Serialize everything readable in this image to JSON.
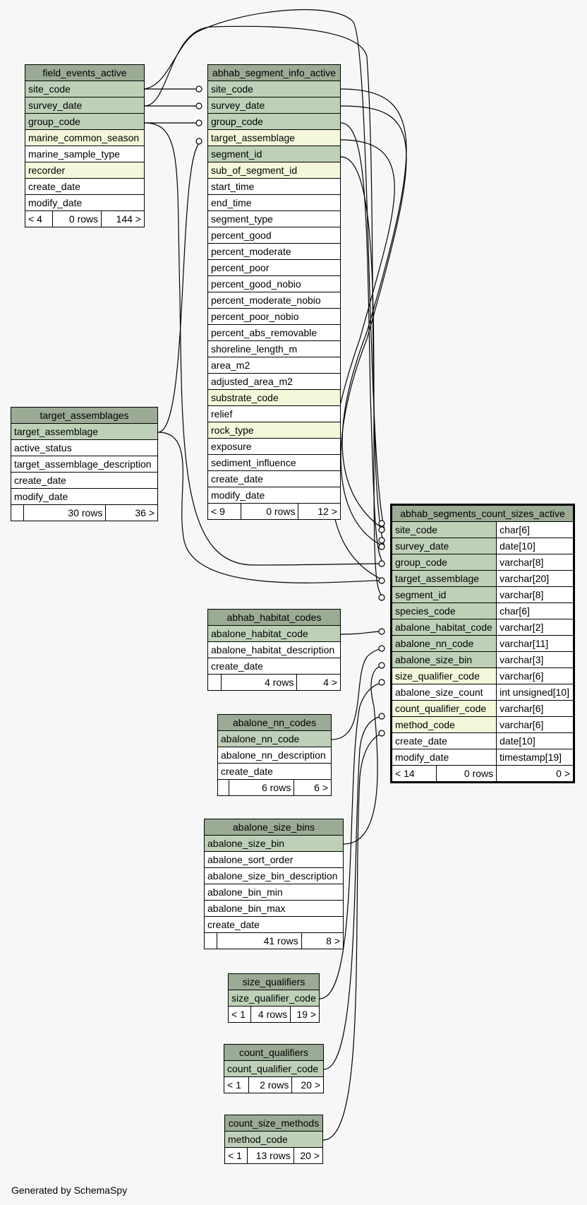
{
  "footer": "Generated by SchemaSpy",
  "colors": {
    "header": "#9bab96",
    "key": "#bed1b8",
    "indexed": "#f4f7da",
    "plain": "#ffffff",
    "background": "#f7f7f7"
  },
  "tables": {
    "field_events_active": {
      "title": "field_events_active",
      "columns": [
        {
          "name": "site_code",
          "kind": "pk"
        },
        {
          "name": "survey_date",
          "kind": "pk"
        },
        {
          "name": "group_code",
          "kind": "pk"
        },
        {
          "name": "marine_common_season",
          "kind": "idx"
        },
        {
          "name": "marine_sample_type",
          "kind": "plain"
        },
        {
          "name": "recorder",
          "kind": "idx"
        },
        {
          "name": "create_date",
          "kind": "plain"
        },
        {
          "name": "modify_date",
          "kind": "plain"
        }
      ],
      "footer": [
        "< 4",
        "0 rows",
        "144 >"
      ]
    },
    "abhab_segment_info_active": {
      "title": "abhab_segment_info_active",
      "columns": [
        {
          "name": "site_code",
          "kind": "pk"
        },
        {
          "name": "survey_date",
          "kind": "pk"
        },
        {
          "name": "group_code",
          "kind": "pk"
        },
        {
          "name": "target_assemblage",
          "kind": "idx"
        },
        {
          "name": "segment_id",
          "kind": "pk"
        },
        {
          "name": "sub_of_segment_id",
          "kind": "idx"
        },
        {
          "name": "start_time",
          "kind": "plain"
        },
        {
          "name": "end_time",
          "kind": "plain"
        },
        {
          "name": "segment_type",
          "kind": "plain"
        },
        {
          "name": "percent_good",
          "kind": "plain"
        },
        {
          "name": "percent_moderate",
          "kind": "plain"
        },
        {
          "name": "percent_poor",
          "kind": "plain"
        },
        {
          "name": "percent_good_nobio",
          "kind": "plain"
        },
        {
          "name": "percent_moderate_nobio",
          "kind": "plain"
        },
        {
          "name": "percent_poor_nobio",
          "kind": "plain"
        },
        {
          "name": "percent_abs_removable",
          "kind": "plain"
        },
        {
          "name": "shoreline_length_m",
          "kind": "plain"
        },
        {
          "name": "area_m2",
          "kind": "plain"
        },
        {
          "name": "adjusted_area_m2",
          "kind": "plain"
        },
        {
          "name": "substrate_code",
          "kind": "idx"
        },
        {
          "name": "relief",
          "kind": "plain"
        },
        {
          "name": "rock_type",
          "kind": "idx"
        },
        {
          "name": "exposure",
          "kind": "plain"
        },
        {
          "name": "sediment_influence",
          "kind": "plain"
        },
        {
          "name": "create_date",
          "kind": "plain"
        },
        {
          "name": "modify_date",
          "kind": "plain"
        }
      ],
      "footer": [
        "< 9",
        "0 rows",
        "12 >"
      ]
    },
    "target_assemblages": {
      "title": "target_assemblages",
      "columns": [
        {
          "name": "target_assemblage",
          "kind": "pk"
        },
        {
          "name": "active_status",
          "kind": "plain"
        },
        {
          "name": "target_assemblage_description",
          "kind": "plain"
        },
        {
          "name": "create_date",
          "kind": "plain"
        },
        {
          "name": "modify_date",
          "kind": "plain"
        }
      ],
      "footer": [
        "",
        "30 rows",
        "36 >"
      ]
    },
    "abhab_segments_count_sizes_active": {
      "title": "abhab_segments_count_sizes_active",
      "columns": [
        {
          "name": "site_code",
          "type": "char[6]",
          "kind": "pk"
        },
        {
          "name": "survey_date",
          "type": "date[10]",
          "kind": "pk"
        },
        {
          "name": "group_code",
          "type": "varchar[8]",
          "kind": "pk"
        },
        {
          "name": "target_assemblage",
          "type": "varchar[20]",
          "kind": "pk"
        },
        {
          "name": "segment_id",
          "type": "varchar[8]",
          "kind": "pk"
        },
        {
          "name": "species_code",
          "type": "char[6]",
          "kind": "pk"
        },
        {
          "name": "abalone_habitat_code",
          "type": "varchar[2]",
          "kind": "pk"
        },
        {
          "name": "abalone_nn_code",
          "type": "varchar[11]",
          "kind": "pk"
        },
        {
          "name": "abalone_size_bin",
          "type": "varchar[3]",
          "kind": "pk"
        },
        {
          "name": "size_qualifier_code",
          "type": "varchar[6]",
          "kind": "idx"
        },
        {
          "name": "abalone_size_count",
          "type": "int unsigned[10]",
          "kind": "plain"
        },
        {
          "name": "count_qualifier_code",
          "type": "varchar[6]",
          "kind": "idx"
        },
        {
          "name": "method_code",
          "type": "varchar[6]",
          "kind": "idx"
        },
        {
          "name": "create_date",
          "type": "date[10]",
          "kind": "plain"
        },
        {
          "name": "modify_date",
          "type": "timestamp[19]",
          "kind": "plain"
        }
      ],
      "footer": [
        "< 14",
        "0 rows",
        "0 >"
      ]
    },
    "abhab_habitat_codes": {
      "title": "abhab_habitat_codes",
      "columns": [
        {
          "name": "abalone_habitat_code",
          "kind": "pk"
        },
        {
          "name": "abalone_habitat_description",
          "kind": "plain"
        },
        {
          "name": "create_date",
          "kind": "plain"
        }
      ],
      "footer": [
        "",
        "4 rows",
        "4 >"
      ]
    },
    "abalone_nn_codes": {
      "title": "abalone_nn_codes",
      "columns": [
        {
          "name": "abalone_nn_code",
          "kind": "pk"
        },
        {
          "name": "abalone_nn_description",
          "kind": "plain"
        },
        {
          "name": "create_date",
          "kind": "plain"
        }
      ],
      "footer": [
        "",
        "6 rows",
        "6 >"
      ]
    },
    "abalone_size_bins": {
      "title": "abalone_size_bins",
      "columns": [
        {
          "name": "abalone_size_bin",
          "kind": "pk"
        },
        {
          "name": "abalone_sort_order",
          "kind": "plain"
        },
        {
          "name": "abalone_size_bin_description",
          "kind": "plain"
        },
        {
          "name": "abalone_bin_min",
          "kind": "plain"
        },
        {
          "name": "abalone_bin_max",
          "kind": "plain"
        },
        {
          "name": "create_date",
          "kind": "plain"
        }
      ],
      "footer": [
        "",
        "41 rows",
        "8 >"
      ]
    },
    "size_qualifiers": {
      "title": "size_qualifiers",
      "columns": [
        {
          "name": "size_qualifier_code",
          "kind": "pk"
        }
      ],
      "footer": [
        "< 1",
        "4 rows",
        "19 >"
      ]
    },
    "count_qualifiers": {
      "title": "count_qualifiers",
      "columns": [
        {
          "name": "count_qualifier_code",
          "kind": "pk"
        }
      ],
      "footer": [
        "< 1",
        "2 rows",
        "20 >"
      ]
    },
    "count_size_methods": {
      "title": "count_size_methods",
      "columns": [
        {
          "name": "method_code",
          "kind": "pk"
        }
      ],
      "footer": [
        "< 1",
        "13 rows",
        "20 >"
      ]
    }
  }
}
